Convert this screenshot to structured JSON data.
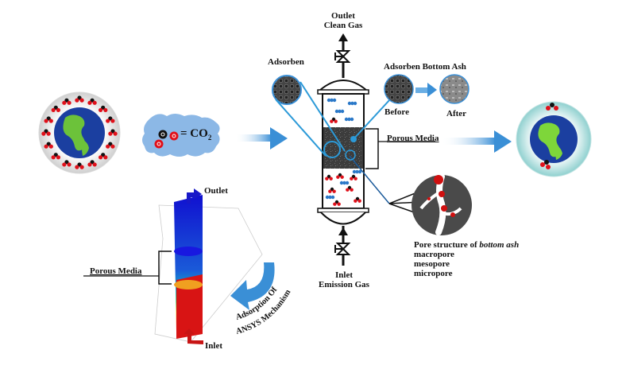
{
  "diagram": {
    "type": "process-schematic",
    "subject": "CO2 adsorption using bottom ash porous media"
  },
  "legend": {
    "co2_formula": "= CO",
    "co2_subscript": "2",
    "carbon_symbol": "C",
    "oxygen_symbol": "O"
  },
  "adsorber": {
    "outlet_line1": "Outlet",
    "outlet_line2": "Clean Gas",
    "inlet_line1": "Inlet",
    "inlet_line2": "Emission Gas",
    "adsorben_label": "Adsorben",
    "bottom_ash_title": "Adsorben Bottom Ash",
    "before_label": "Before",
    "after_label": "After",
    "porous_media_label": "Porous Media"
  },
  "pore_structure": {
    "title_prefix": "Pore structure of ",
    "title_italic": "bottom ash",
    "items": [
      "macropore",
      "mesopore",
      "micropore"
    ]
  },
  "ansys": {
    "outlet_label": "Outlet",
    "inlet_label": "Inlet",
    "porous_media_label": "Porous Media",
    "mechanism_line1": "Adsorption Of",
    "mechanism_line2": "ANSYS Mechanism"
  },
  "colors": {
    "flow_arrow": "#3a8fd6",
    "co2_red": "#e0101a",
    "co2_black": "#111111",
    "cloud": "#8cb8e6",
    "earth_ocean": "#1b3fa0",
    "earth_land": "#6cc23a",
    "sim_low": "#1414d8",
    "sim_high": "#d81414"
  }
}
